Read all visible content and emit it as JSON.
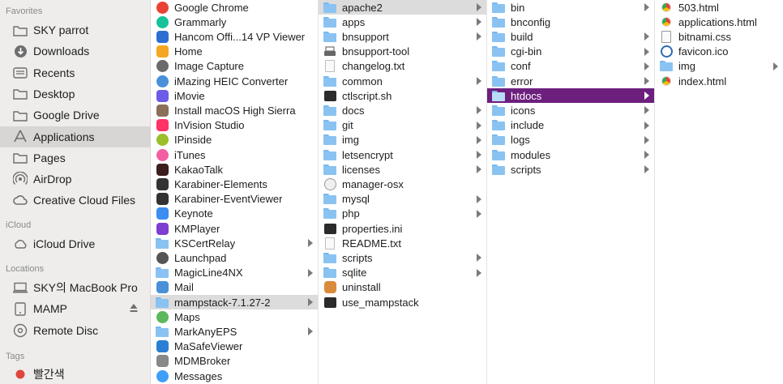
{
  "sidebar": {
    "sections": [
      {
        "title": "Favorites",
        "items": [
          {
            "label": "SKY parrot",
            "icon": "folder-icon"
          },
          {
            "label": "Downloads",
            "icon": "downloads-icon"
          },
          {
            "label": "Recents",
            "icon": "recents-icon"
          },
          {
            "label": "Desktop",
            "icon": "folder-icon"
          },
          {
            "label": "Google Drive",
            "icon": "folder-icon"
          },
          {
            "label": "Applications",
            "icon": "applications-icon",
            "selected": true
          },
          {
            "label": "Pages",
            "icon": "folder-icon"
          },
          {
            "label": "AirDrop",
            "icon": "airdrop-icon"
          },
          {
            "label": "Creative Cloud Files",
            "icon": "creative-cloud-icon"
          }
        ]
      },
      {
        "title": "iCloud",
        "items": [
          {
            "label": "iCloud Drive",
            "icon": "cloud-icon"
          }
        ]
      },
      {
        "title": "Locations",
        "items": [
          {
            "label": "SKY의 MacBook Pro",
            "icon": "laptop-icon"
          },
          {
            "label": "MAMP",
            "icon": "drive-icon",
            "eject": true
          },
          {
            "label": "Remote Disc",
            "icon": "disc-icon"
          }
        ]
      },
      {
        "title": "Tags",
        "items": [
          {
            "label": "빨간색",
            "icon": "red-tag-icon",
            "color": "#e0463c"
          }
        ]
      }
    ]
  },
  "columns": [
    {
      "name": "applications-column",
      "items": [
        {
          "label": "Google Chrome",
          "icon": "chrome-icon",
          "color": "#e94235"
        },
        {
          "label": "Grammarly",
          "icon": "grammarly-icon",
          "color": "#15c39a"
        },
        {
          "label": "Hancom Offi...14 VP Viewer",
          "icon": "hancom-icon",
          "color": "#2f6ed1"
        },
        {
          "label": "Home",
          "icon": "home-icon",
          "color": "#f5a623"
        },
        {
          "label": "Image Capture",
          "icon": "image-capture-icon",
          "color": "#6b6b6b"
        },
        {
          "label": "iMazing HEIC Converter",
          "icon": "imazing-icon",
          "color": "#4a90d9"
        },
        {
          "label": "iMovie",
          "icon": "imovie-icon",
          "color": "#6c5ce7"
        },
        {
          "label": "Install macOS High Sierra",
          "icon": "macos-installer-icon",
          "color": "#8b6f5a"
        },
        {
          "label": "InVision Studio",
          "icon": "invision-icon",
          "color": "#ff3366"
        },
        {
          "label": "IPinside",
          "icon": "ipinside-icon",
          "color": "#9bbf2a"
        },
        {
          "label": "iTunes",
          "icon": "itunes-icon",
          "color": "#f25ea3"
        },
        {
          "label": "KakaoTalk",
          "icon": "kakaotalk-icon",
          "color": "#3c1e1e"
        },
        {
          "label": "Karabiner-Elements",
          "icon": "karabiner-icon",
          "color": "#333333"
        },
        {
          "label": "Karabiner-EventViewer",
          "icon": "karabiner-viewer-icon",
          "color": "#333333"
        },
        {
          "label": "Keynote",
          "icon": "keynote-icon",
          "color": "#3b8df1"
        },
        {
          "label": "KMPlayer",
          "icon": "kmplayer-icon",
          "color": "#7d3fd1"
        },
        {
          "label": "KSCertRelay",
          "icon": "folder-icon",
          "hasChildren": true
        },
        {
          "label": "Launchpad",
          "icon": "launchpad-icon",
          "color": "#555555"
        },
        {
          "label": "MagicLine4NX",
          "icon": "folder-icon",
          "hasChildren": true
        },
        {
          "label": "Mail",
          "icon": "mail-icon",
          "color": "#4a90d9"
        },
        {
          "label": "mampstack-7.1.27-2",
          "icon": "folder-icon",
          "hasChildren": true,
          "selected": "gray"
        },
        {
          "label": "Maps",
          "icon": "maps-icon",
          "color": "#5cb85c"
        },
        {
          "label": "MarkAnyEPS",
          "icon": "folder-icon",
          "hasChildren": true
        },
        {
          "label": "MaSafeViewer",
          "icon": "masafe-icon",
          "color": "#2a7fd4"
        },
        {
          "label": "MDMBroker",
          "icon": "mdm-icon",
          "color": "#888888"
        },
        {
          "label": "Messages",
          "icon": "messages-icon",
          "color": "#3f9ef7"
        }
      ]
    },
    {
      "name": "mampstack-column",
      "items": [
        {
          "label": "apache2",
          "icon": "folder-icon",
          "hasChildren": true,
          "selected": "gray"
        },
        {
          "label": "apps",
          "icon": "folder-icon",
          "hasChildren": true
        },
        {
          "label": "bnsupport",
          "icon": "folder-icon",
          "hasChildren": true
        },
        {
          "label": "bnsupport-tool",
          "icon": "printer-icon"
        },
        {
          "label": "changelog.txt",
          "icon": "document-icon"
        },
        {
          "label": "common",
          "icon": "folder-icon",
          "hasChildren": true
        },
        {
          "label": "ctlscript.sh",
          "icon": "script-icon"
        },
        {
          "label": "docs",
          "icon": "folder-icon",
          "hasChildren": true
        },
        {
          "label": "git",
          "icon": "folder-icon",
          "hasChildren": true
        },
        {
          "label": "img",
          "icon": "folder-icon",
          "hasChildren": true
        },
        {
          "label": "letsencrypt",
          "icon": "folder-icon",
          "hasChildren": true
        },
        {
          "label": "licenses",
          "icon": "folder-icon",
          "hasChildren": true
        },
        {
          "label": "manager-osx",
          "icon": "manager-osx-icon"
        },
        {
          "label": "mysql",
          "icon": "folder-icon",
          "hasChildren": true
        },
        {
          "label": "php",
          "icon": "folder-icon",
          "hasChildren": true
        },
        {
          "label": "properties.ini",
          "icon": "terminal-icon"
        },
        {
          "label": "README.txt",
          "icon": "document-icon"
        },
        {
          "label": "scripts",
          "icon": "folder-icon",
          "hasChildren": true
        },
        {
          "label": "sqlite",
          "icon": "folder-icon",
          "hasChildren": true
        },
        {
          "label": "uninstall",
          "icon": "uninstall-icon"
        },
        {
          "label": "use_mampstack",
          "icon": "terminal-icon"
        }
      ]
    },
    {
      "name": "apache2-column",
      "items": [
        {
          "label": "bin",
          "icon": "folder-icon",
          "hasChildren": true
        },
        {
          "label": "bnconfig",
          "icon": "folder-icon"
        },
        {
          "label": "build",
          "icon": "folder-icon",
          "hasChildren": true
        },
        {
          "label": "cgi-bin",
          "icon": "folder-icon",
          "hasChildren": true
        },
        {
          "label": "conf",
          "icon": "folder-icon",
          "hasChildren": true
        },
        {
          "label": "error",
          "icon": "folder-icon",
          "hasChildren": true
        },
        {
          "label": "htdocs",
          "icon": "folder-icon",
          "hasChildren": true,
          "selected": "purple"
        },
        {
          "label": "icons",
          "icon": "folder-icon",
          "hasChildren": true
        },
        {
          "label": "include",
          "icon": "folder-icon",
          "hasChildren": true
        },
        {
          "label": "logs",
          "icon": "folder-icon",
          "hasChildren": true
        },
        {
          "label": "modules",
          "icon": "folder-icon",
          "hasChildren": true
        },
        {
          "label": "scripts",
          "icon": "folder-icon",
          "hasChildren": true
        }
      ]
    },
    {
      "name": "htdocs-column",
      "items": [
        {
          "label": "503.html",
          "icon": "html-chrome-icon"
        },
        {
          "label": "applications.html",
          "icon": "html-chrome-icon"
        },
        {
          "label": "bitnami.css",
          "icon": "css-document-icon"
        },
        {
          "label": "favicon.ico",
          "icon": "bitnami-favicon-icon"
        },
        {
          "label": "img",
          "icon": "folder-icon",
          "hasChildren": true
        },
        {
          "label": "index.html",
          "icon": "html-chrome-icon"
        }
      ]
    }
  ],
  "colors": {
    "selectionPurple": "#6d1f7e",
    "selectionGray": "#dcdcdc",
    "sidebarBg": "#eeedec",
    "folderBlue": "#8ac3f2"
  }
}
